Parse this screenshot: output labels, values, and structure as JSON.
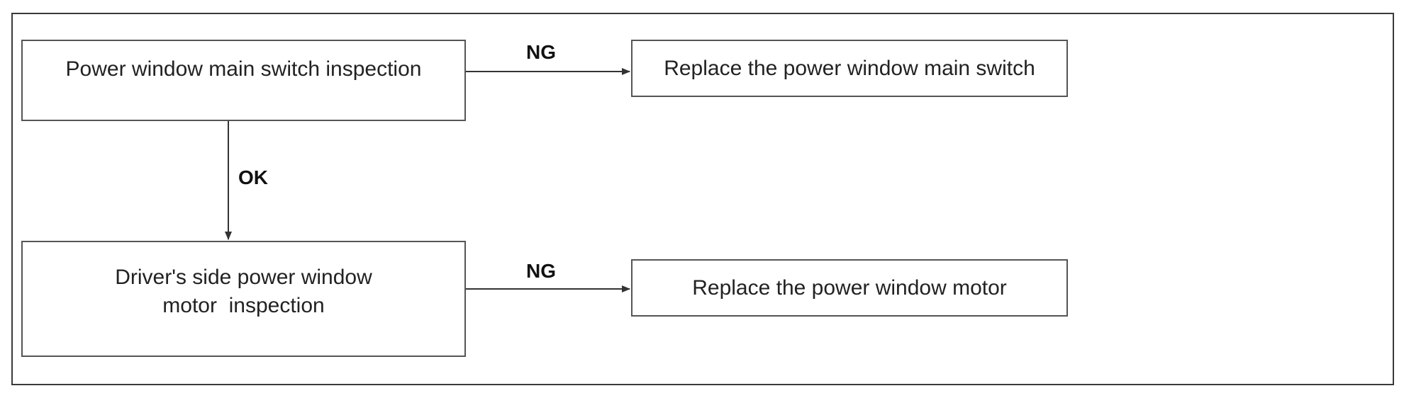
{
  "flowchart": {
    "step_main_switch": "Power window main switch inspection",
    "action_replace_switch": "Replace the power window main switch",
    "step_motor_line1": "Driver's side power window",
    "step_motor_line2": "motor  inspection",
    "action_replace_motor": "Replace the power window motor",
    "result_ng_1": "NG",
    "result_ok": "OK",
    "result_ng_2": "NG"
  },
  "colors": {
    "border": "#555555",
    "frame": "#3a3a3a",
    "text": "#222222",
    "arrow": "#333333"
  }
}
